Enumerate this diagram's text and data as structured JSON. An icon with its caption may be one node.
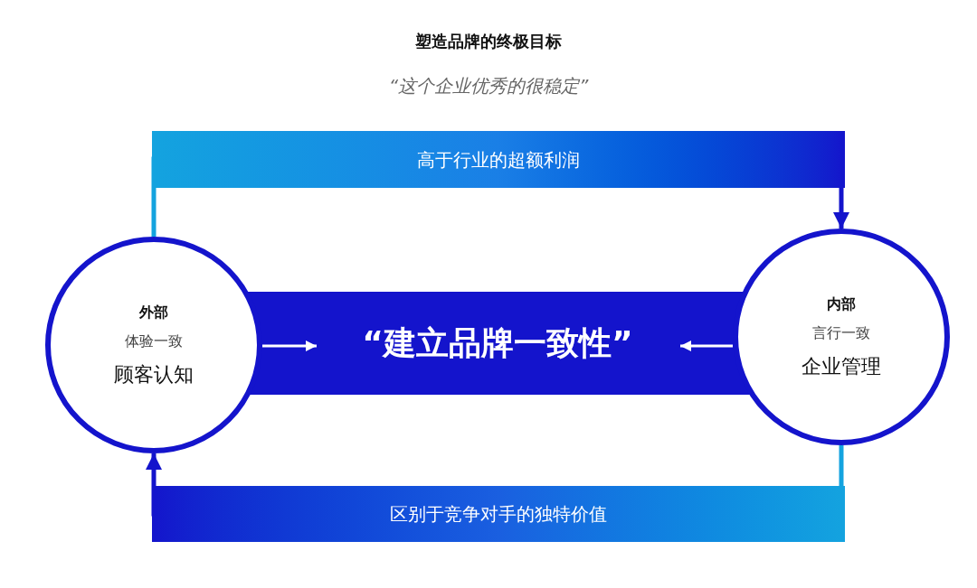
{
  "diagram": {
    "title": "塑造品牌的终极目标",
    "nodes": [
      {
        "text": [
          "外部",
          "体验一致",
          "顾客认知"
        ]
      },
      {
        "text": [
          "内部",
          "言行一致",
          "企业管理"
        ]
      },
      {
        "text": [
          "“建立品牌一致性”"
        ]
      }
    ],
    "edges": [
      {
        "from": 0,
        "to": 1,
        "arrow": "to",
        "label": "高于行业的超额利润"
      },
      {
        "from": 1,
        "to": 0,
        "arrow": "to",
        "label": "区别于竞争对手的独特价值"
      },
      {
        "from": 0,
        "to": 2,
        "arrow": "to"
      },
      {
        "from": 1,
        "to": 2,
        "arrow": "to"
      }
    ],
    "labels": [
      "“这个企业优秀的很稳定”"
    ]
  }
}
